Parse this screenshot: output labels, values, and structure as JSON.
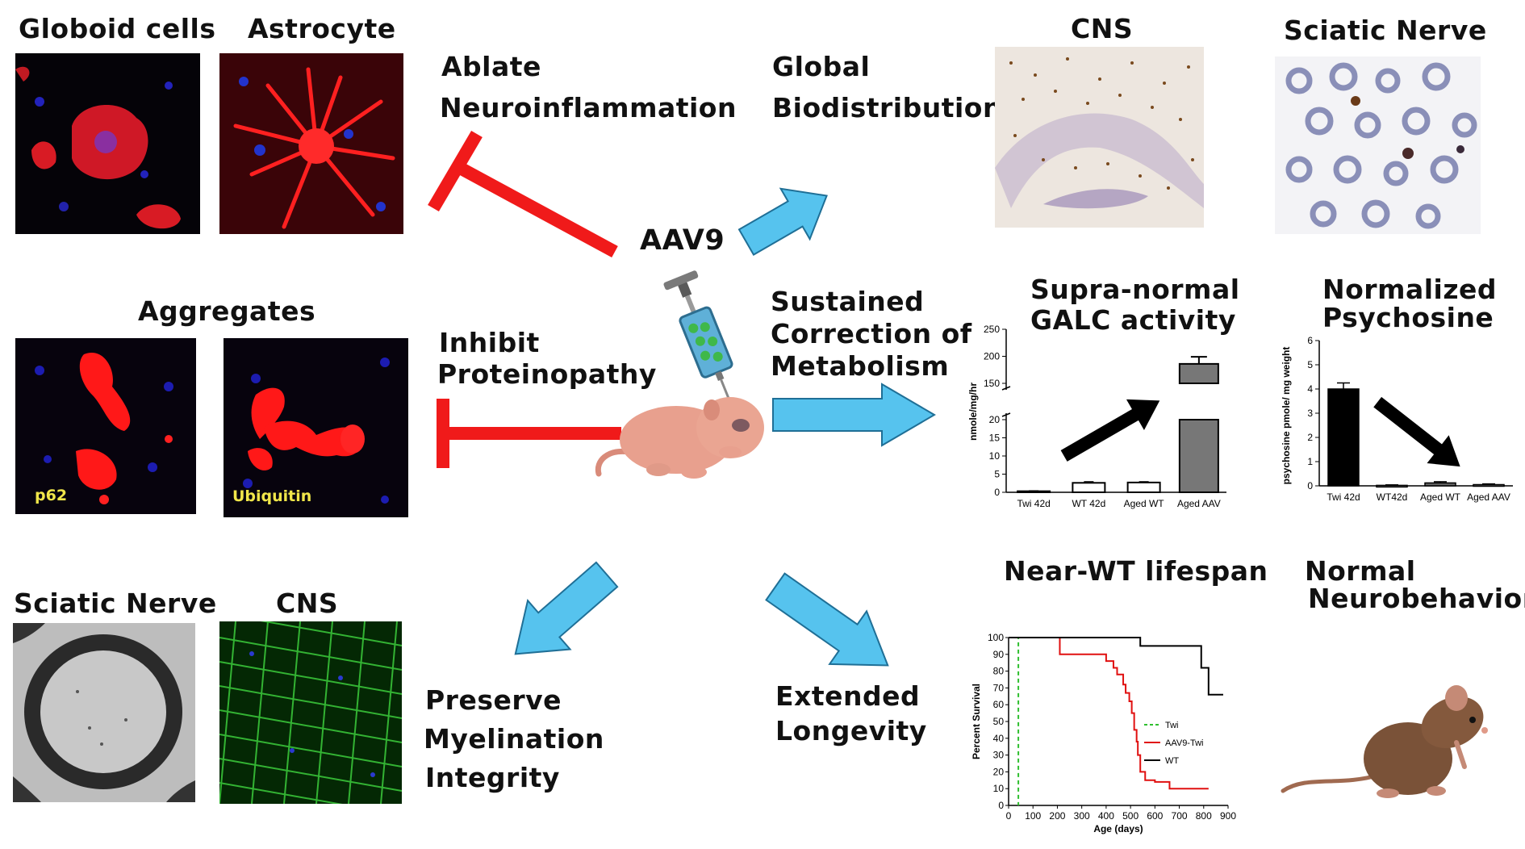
{
  "labels": {
    "globoid_cells": "Globoid cells",
    "astrocyte": "Astrocyte",
    "ablate": "Ablate",
    "neuroinflammation": "Neuroinflammation",
    "global": "Global",
    "biodistribution": "Biodistribution",
    "cns_top": "CNS",
    "sciatic_top": "Sciatic Nerve",
    "aav9": "AAV9",
    "aggregates": "Aggregates",
    "inhibit": "Inhibit",
    "proteinopathy": "Proteinopathy",
    "sustained": "Sustained",
    "correction_of": "Correction of",
    "metabolism": "Metabolism",
    "p62": "p62",
    "ubiquitin": "Ubiquitin",
    "sciatic_bottom": "Sciatic Nerve",
    "cns_bottom": "CNS",
    "preserve": "Preserve",
    "myelination": "Myelination",
    "integrity": "Integrity",
    "extended": "Extended",
    "longevity": "Longevity",
    "near_wt": "Near-WT lifespan",
    "normal": "Normal",
    "neurobehavior": "Neurobehavior"
  },
  "colors": {
    "inhibit_red": "#f01a1a",
    "arrow_blue": "#56c3ee",
    "arrow_outline": "#1f6f96",
    "fluor_red": "#ff1a1a",
    "fluor_green": "#3ccc3c",
    "nucleus_blue": "#2a2ae0"
  },
  "chart_data": [
    {
      "type": "bar",
      "title": "Supra-normal GALC activity",
      "title_lines": [
        "Supra-normal",
        "GALC activity"
      ],
      "ylabel": "nmole/mg/hr",
      "categories": [
        "Twi 42d",
        "WT 42d",
        "Aged WT",
        "Aged AAV"
      ],
      "values": [
        0.3,
        2.6,
        2.7,
        186
      ],
      "errors": [
        0.1,
        0.3,
        0.2,
        13
      ],
      "ylim_lower": [
        0,
        20
      ],
      "ylim_upper": [
        150,
        250
      ],
      "yticks_lower": [
        "0",
        "5",
        "10",
        "15",
        "20"
      ],
      "yticks_upper": [
        "150",
        "200",
        "250"
      ],
      "trend": "up"
    },
    {
      "type": "bar",
      "title": "Normalized Psychosine",
      "title_lines": [
        "Normalized",
        "Psychosine"
      ],
      "ylabel": "psychosine pmole/ mg weight",
      "categories": [
        "Twi 42d",
        "WT42d",
        "Aged WT",
        "Aged AAV"
      ],
      "values": [
        4.0,
        0.02,
        0.12,
        0.05
      ],
      "errors": [
        0.25,
        0.02,
        0.05,
        0.03
      ],
      "ylim": [
        0,
        6
      ],
      "yticks": [
        "0",
        "1",
        "2",
        "3",
        "4",
        "5",
        "6"
      ],
      "trend": "down"
    },
    {
      "type": "line",
      "title": "Near-WT lifespan",
      "xlabel": "Age (days)",
      "ylabel": "Percent Survival",
      "xlim": [
        0,
        900
      ],
      "ylim": [
        0,
        100
      ],
      "xticks": [
        "0",
        "100",
        "200",
        "300",
        "400",
        "500",
        "600",
        "700",
        "800",
        "900"
      ],
      "yticks": [
        "0",
        "10",
        "20",
        "30",
        "40",
        "50",
        "60",
        "70",
        "80",
        "90",
        "100"
      ],
      "series": [
        {
          "name": "Twi",
          "color": "#2fbf2f",
          "dashed": true,
          "x": [
            0,
            40,
            40
          ],
          "y": [
            100,
            100,
            0
          ]
        },
        {
          "name": "AAV9-Twi",
          "color": "#e01010",
          "dashed": false,
          "x": [
            0,
            210,
            210,
            400,
            400,
            430,
            430,
            445,
            445,
            470,
            470,
            480,
            480,
            495,
            495,
            505,
            505,
            515,
            515,
            525,
            525,
            530,
            530,
            540,
            540,
            560,
            560,
            600,
            600,
            660,
            660,
            760,
            760,
            820
          ],
          "y": [
            100,
            100,
            90,
            90,
            86,
            86,
            82,
            82,
            78,
            78,
            72,
            72,
            67,
            67,
            62,
            62,
            55,
            55,
            45,
            45,
            38,
            38,
            30,
            30,
            20,
            20,
            15,
            15,
            14,
            14,
            10,
            10,
            10,
            10
          ]
        },
        {
          "name": "WT",
          "color": "#000000",
          "dashed": false,
          "x": [
            0,
            540,
            540,
            790,
            790,
            820,
            820,
            880
          ],
          "y": [
            100,
            100,
            95,
            95,
            82,
            82,
            66,
            66
          ]
        }
      ],
      "legend_position": "center-right"
    }
  ]
}
